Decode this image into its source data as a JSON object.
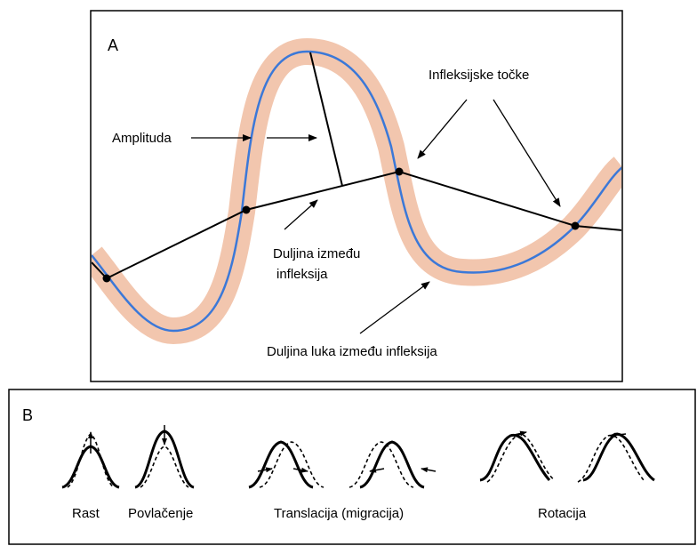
{
  "panel_a": {
    "letter": "A",
    "labels": {
      "amplitude": "Amplituda",
      "inflection_points": "Infleksijske točke",
      "length_line1": "Duljina između",
      "length_line2": "infleksija",
      "arc_length": "Duljina luka između infleksija"
    },
    "colors": {
      "channel_fill": "#f2c6ae",
      "centerline": "#3b78d8",
      "lines": "#000000"
    }
  },
  "panel_b": {
    "letter": "B",
    "captions": {
      "growth": "Rast",
      "retreat": "Povlačenje",
      "translation": "Translacija (migracija)",
      "rotation": "Rotacija"
    }
  }
}
